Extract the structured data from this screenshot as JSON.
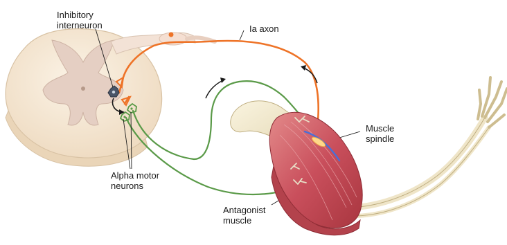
{
  "labels": {
    "inhibitory_interneuron": [
      "Inhibitory",
      "interneuron"
    ],
    "ia_axon": "Ia axon",
    "muscle_spindle": [
      "Muscle",
      "spindle"
    ],
    "alpha_motor_neurons": [
      "Alpha motor",
      "neurons"
    ],
    "antagonist_muscle": [
      "Antagonist",
      "muscle"
    ]
  },
  "colors": {
    "ia_axon": "#ee7327",
    "motor_axon": "#5a9a48",
    "inhibitory_neuron": "#4a5568",
    "spinal_cord_white": "#f6ead9",
    "spinal_cord_gray": "#e7d2c4",
    "muscle": "#c8555e",
    "bone": "#efe5c8",
    "spindle": "#4a6fd6"
  },
  "icons": {
    "direction_arrows": "curved-arrow-icon"
  }
}
